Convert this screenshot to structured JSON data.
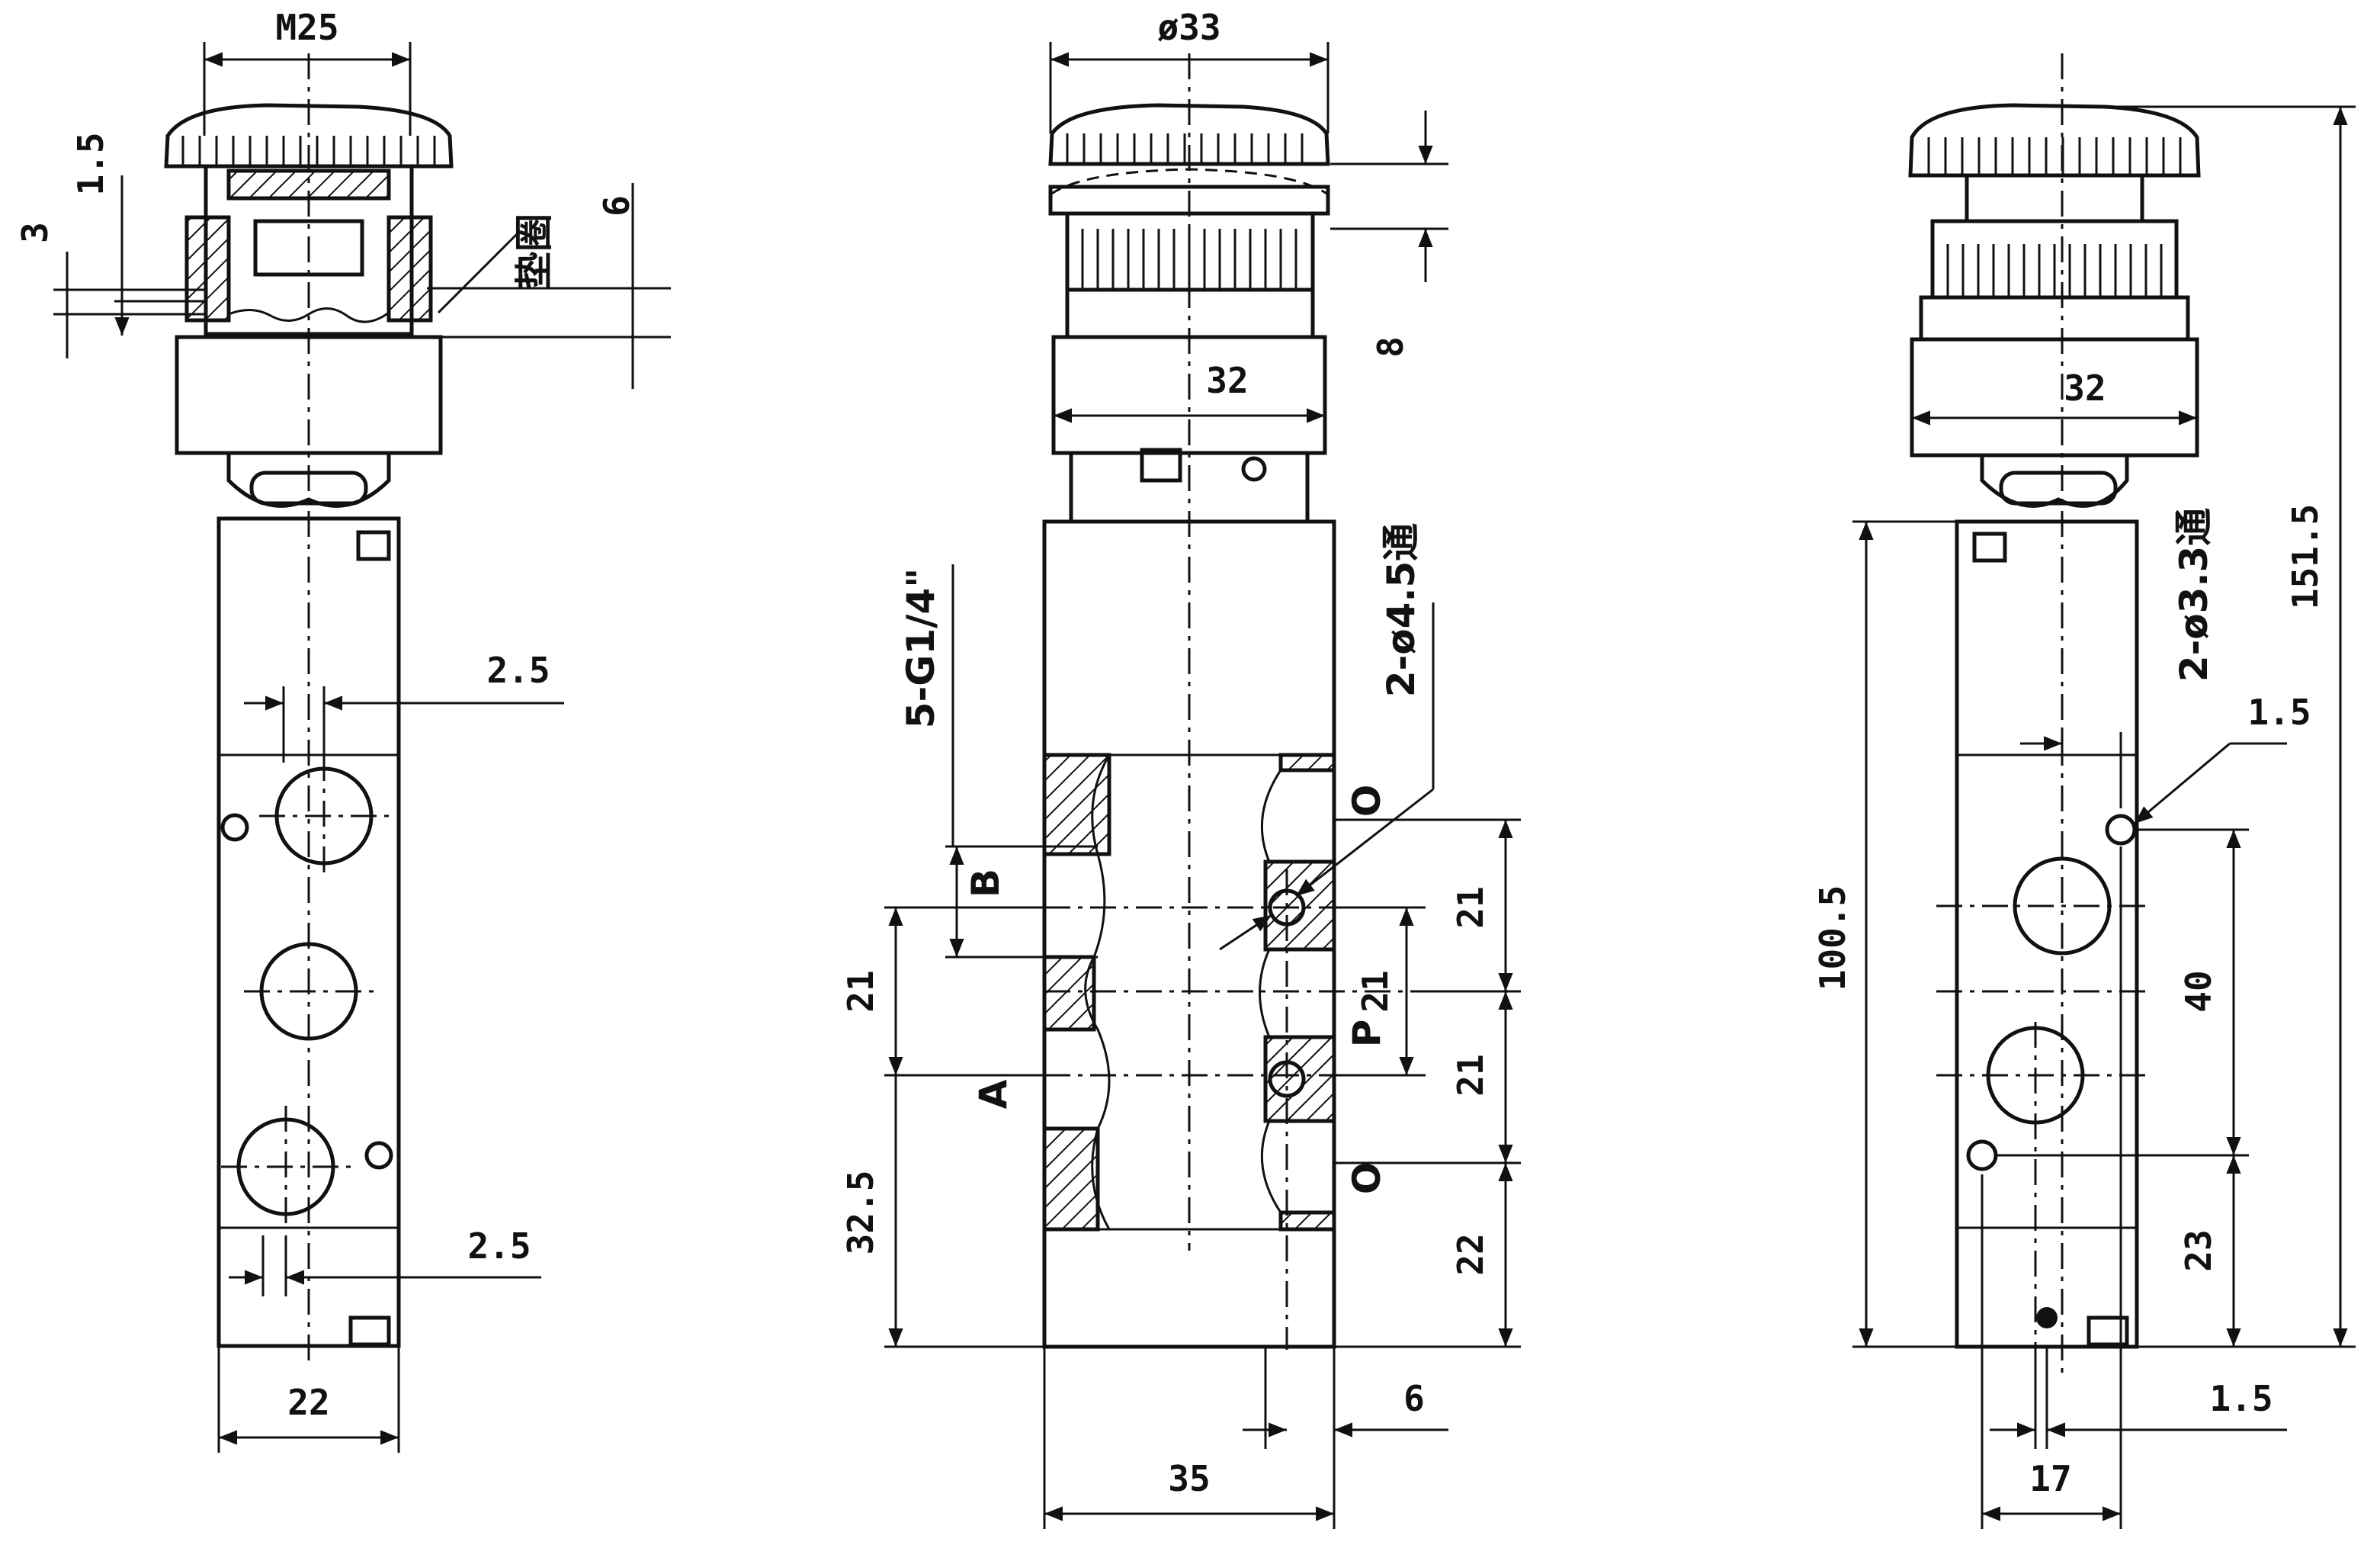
{
  "dimensions": {
    "left_view": {
      "thread": "M25",
      "d_1_5": "1.5",
      "d_3": "3",
      "gasket_label": "垫圈",
      "d_6": "6",
      "d_2_5_top": "2.5",
      "d_2_5_bottom": "2.5",
      "width_22": "22"
    },
    "center_view": {
      "diameter_33": "ø33",
      "d_8": "8",
      "width_32": "32",
      "ports_thread": "5-G1/4\"",
      "mount_holes": "2-ø4.5通",
      "port_B": "B",
      "port_A": "A",
      "port_P": "P",
      "port_O_top": "O",
      "port_O_bottom": "O",
      "pitch_21_left": "21",
      "d_32_5": "32.5",
      "pitch_21_mid": "21",
      "pitch_21_right_top": "21",
      "pitch_21_right_bottom": "21",
      "d_22": "22",
      "d_6": "6",
      "width_35": "35"
    },
    "right_view": {
      "width_32": "32",
      "total_height": "151.5",
      "mount_holes": "2-ø3.3通",
      "d_1_5_top": "1.5",
      "body_height": "100.5",
      "d_40": "40",
      "d_23": "23",
      "d_1_5_bottom": "1.5",
      "width_17": "17"
    }
  }
}
